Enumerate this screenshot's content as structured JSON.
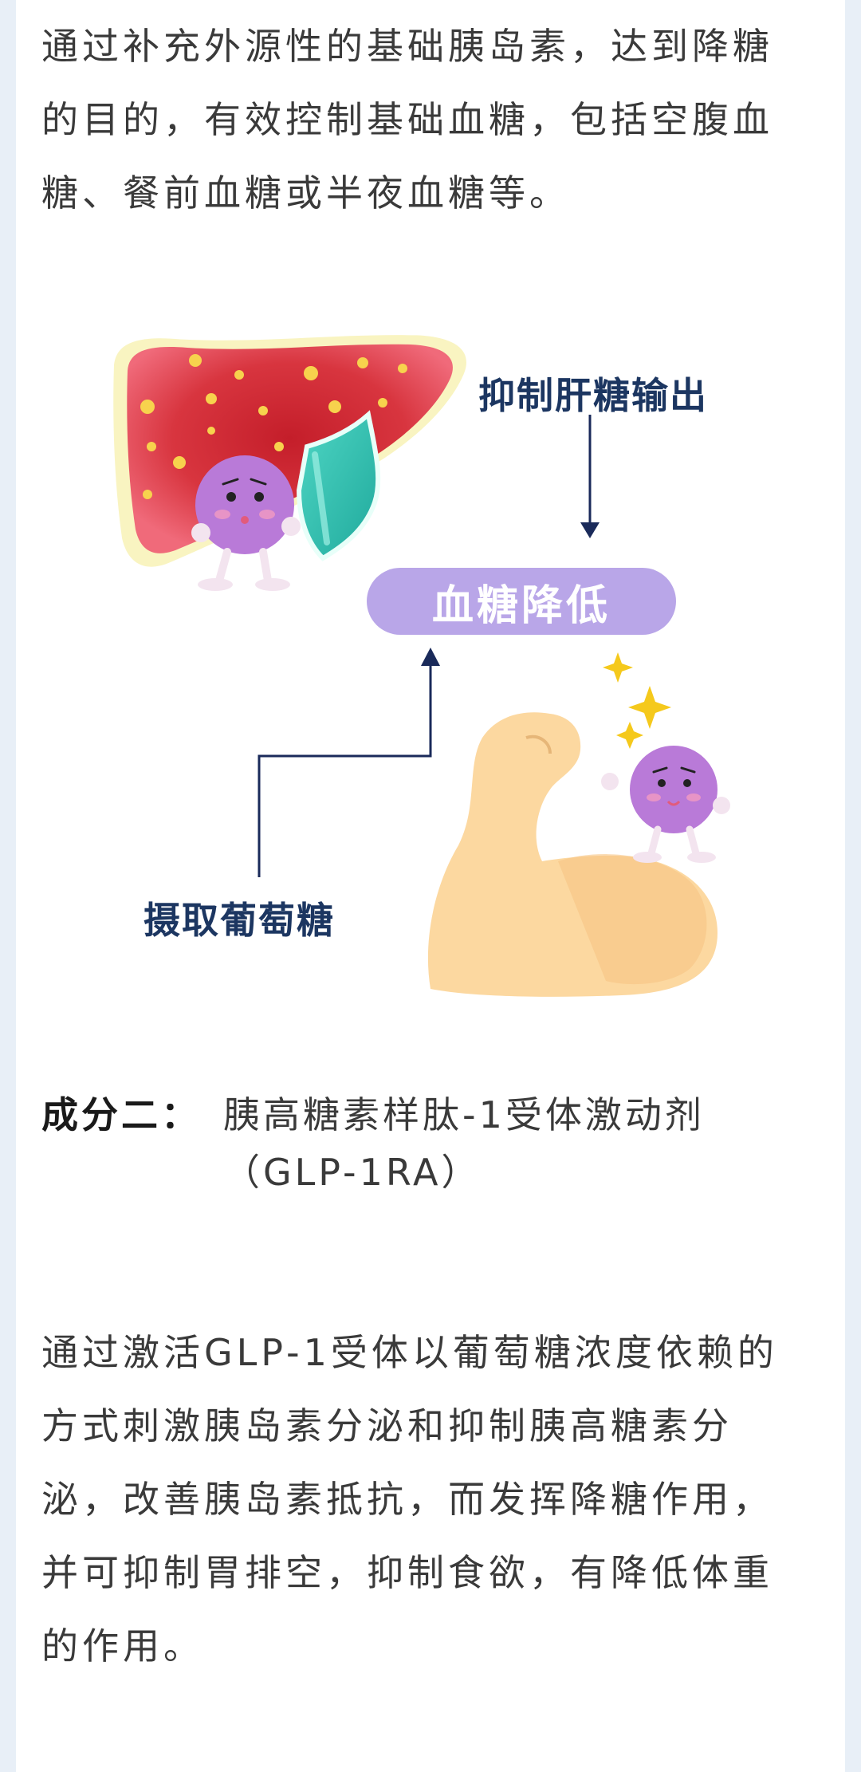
{
  "paragraph_1": "通过补充外源性的基础胰岛素，达到降糖的目的，有效控制基础血糖，包括空腹血糖、餐前血糖或半夜血糖等。",
  "illustration": {
    "liver_label": "抑制肝糖输出",
    "result_label": "血糖降低",
    "glucose_label": "摄取葡萄糖"
  },
  "section_2": {
    "key": "成分二：",
    "value": "胰高糖素样肽-1受体激动剂\n（GLP-1RA）"
  },
  "paragraph_2": "通过激活GLP-1受体以葡萄糖浓度依赖的方式刺激胰岛素分泌和抑制胰高糖素分泌，改善胰岛素抵抗，而发挥降糖作用，并可抑制胃排空，抑制食欲，有降低体重的作用。"
}
